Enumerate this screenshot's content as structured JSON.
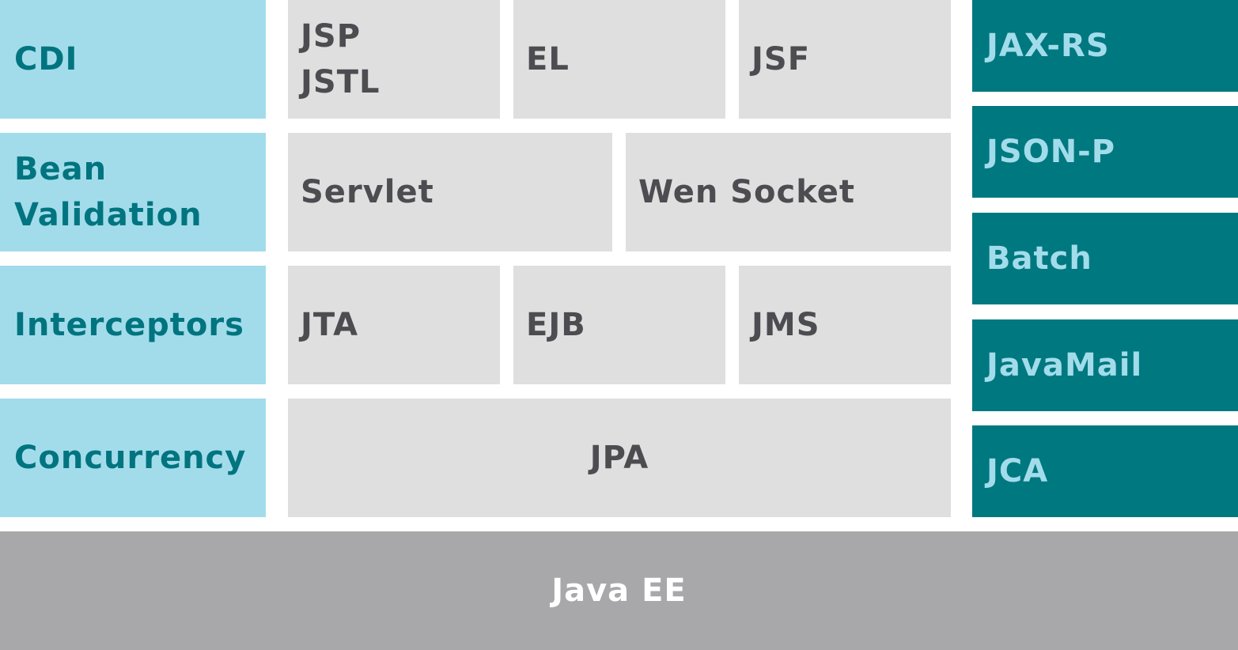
{
  "diagram": {
    "left_column": [
      "CDI",
      "Bean\nValidation",
      "Interceptors",
      "Concurrency"
    ],
    "middle": {
      "row1": [
        "JSP\nJSTL",
        "EL",
        "JSF"
      ],
      "row2": [
        "Servlet",
        "Wen Socket"
      ],
      "row3": [
        "JTA",
        "EJB",
        "JMS"
      ],
      "row4": [
        "JPA"
      ]
    },
    "right_column": [
      "JAX-RS",
      "JSON-P",
      "Batch",
      "JavaMail",
      "JCA"
    ],
    "base": "Java EE"
  },
  "colors": {
    "left_fill": "#a2dcea",
    "left_text": "#00747f",
    "middle_fill": "#dfdfe0",
    "middle_text": "#4d4d51",
    "right_fill": "#007880",
    "right_text": "#a2dcea",
    "base_fill": "#a8a8aa",
    "base_text": "#ffffff"
  }
}
